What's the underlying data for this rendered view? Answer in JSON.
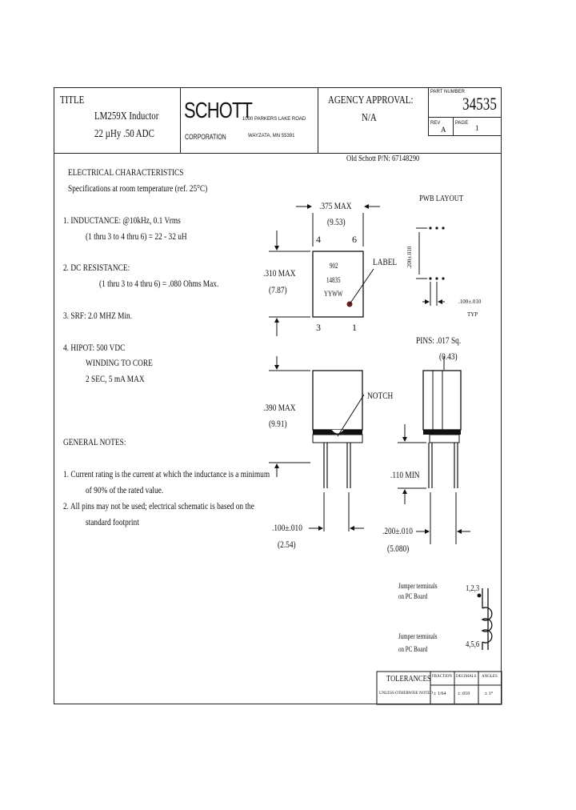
{
  "title_block": {
    "title_label": "TITLE",
    "product_name": "LM259X Inductor",
    "rating": "22 µHy .50 ADC",
    "company_logo": "SCHOTT",
    "company_sub": "CORPORATION",
    "address_line1": "1000 PARKERS LAKE ROAD",
    "address_line2": "WAYZATA, MN 55391",
    "agency_label": "AGENCY APPROVAL:",
    "agency_value": "N/A",
    "part_no_label": "PART NUMBER",
    "part_no_value": "34535",
    "rev_label": "REV",
    "rev_value": "A",
    "page_label": "PAGE",
    "page_value": "1"
  },
  "old_part": "Old Schott P/N: 67148290",
  "electrical": {
    "heading": "ELECTRICAL CHARACTERISTICS",
    "spec_temp": "Specifications at room temperature (ref. 25°C)",
    "item1_line1": "1.  INDUCTANCE: @10kHz, 0.1 Vrms",
    "item1_line2": "(1 thru 3  to  4 thru 6) = 22 - 32 uH",
    "item2_line1": "2.  DC RESISTANCE:",
    "item2_line2": "(1 thru 3  to  4 thru 6) = .080 Ohms Max.",
    "item3": "3.  SRF:  2.0 MHZ    Min.",
    "item4_line1": "4. HIPOT: 500 VDC",
    "item4_line2": "WINDING TO CORE",
    "item4_line3": "2 SEC, 5 mA MAX"
  },
  "general_notes": {
    "heading": "GENERAL NOTES:",
    "note1_line1": "1.  Current rating is the current at which the inductance is a minimum",
    "note1_line2": "of 90% of the rated value.",
    "note2_line1": "2.  All pins may not be used; electrical schematic is based on the",
    "note2_line2": "standard footprint"
  },
  "top_view": {
    "width_dim": ".375 MAX",
    "width_dim_mm": "(9.53)",
    "height_dim": ".310 MAX",
    "height_dim_mm": "(7.87)",
    "pin4": "4",
    "pin6": "6",
    "pin3": "3",
    "pin1": "1",
    "marking_line1": "902",
    "marking_line2": "14835",
    "marking_line3": "YYWW",
    "label_callout": "LABEL"
  },
  "pwb_layout": {
    "heading": "PWB LAYOUT",
    "vert_dim": ".200±.010",
    "horiz_dim": ".100±.010",
    "typ": "TYP"
  },
  "side_view": {
    "height_dim": ".390 MAX",
    "height_dim_mm": "(9.91)",
    "notch": "NOTCH",
    "pin_pitch": ".100±.010",
    "pin_pitch_mm": "(2.54)"
  },
  "front_view": {
    "pins_label": "PINS: .017 Sq.",
    "pins_mm": "(0.43)",
    "lead_len": ".110 MIN",
    "row_spacing": ".200±.010",
    "row_spacing_mm": "(5.080)"
  },
  "schematic": {
    "jumper1_line1": "Jumper terminals",
    "jumper1_line2": "on PC Board",
    "pins_top": "1,2,3",
    "jumper2_line1": "Jumper terminals",
    "jumper2_line2": "on PC Board",
    "pins_bottom": "4,5,6"
  },
  "tolerances": {
    "label": "TOLERANCES",
    "sub": "UNLESS OTHERWISE NOTED",
    "col1_head": "FRACTION",
    "col1_val": "± 1/64",
    "col2_head": "DECIMALS",
    "col2_val": "± .010",
    "col3_head": "ANGLES",
    "col3_val": "± 1°"
  }
}
